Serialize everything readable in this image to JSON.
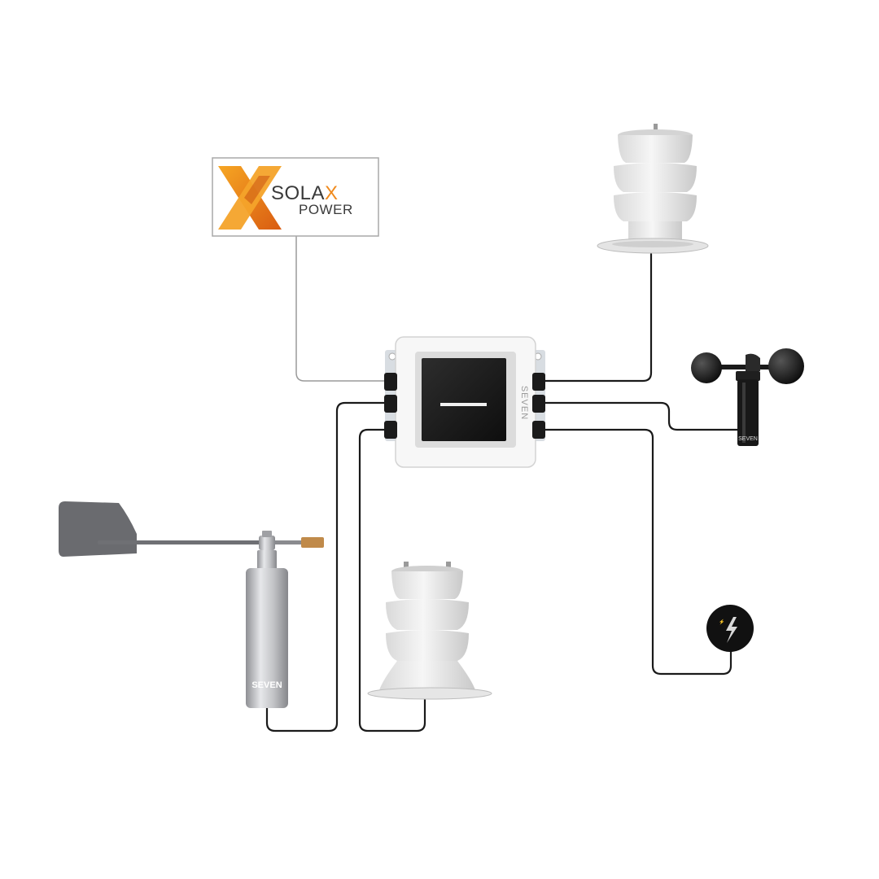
{
  "logo": {
    "brand_x": "X",
    "brand_name": "SOLA",
    "brand_name_tail": "X",
    "brand_sub": "POWER"
  },
  "hub": {
    "brand": "SEVEN"
  },
  "devices": {
    "wind_vane": {
      "brand": "SEVEN"
    },
    "anemometer": {
      "brand": "SEVEN"
    }
  },
  "colors": {
    "wire": "#1a1a1a",
    "logo_wire": "#9a9a9a",
    "logo_orange": "#f08a1d",
    "logo_dark": "#3a3a3a",
    "shield_white": "#eeeeee",
    "metal": "#b7b8bb",
    "dark_metal": "#5d5e61"
  },
  "icons": {
    "hub": "solar-panel-icon",
    "radiation_shield": "radiation-shield-icon",
    "anemometer": "cup-anemometer-icon",
    "wind_vane": "wind-vane-icon",
    "lightning": "lightning-icon"
  }
}
